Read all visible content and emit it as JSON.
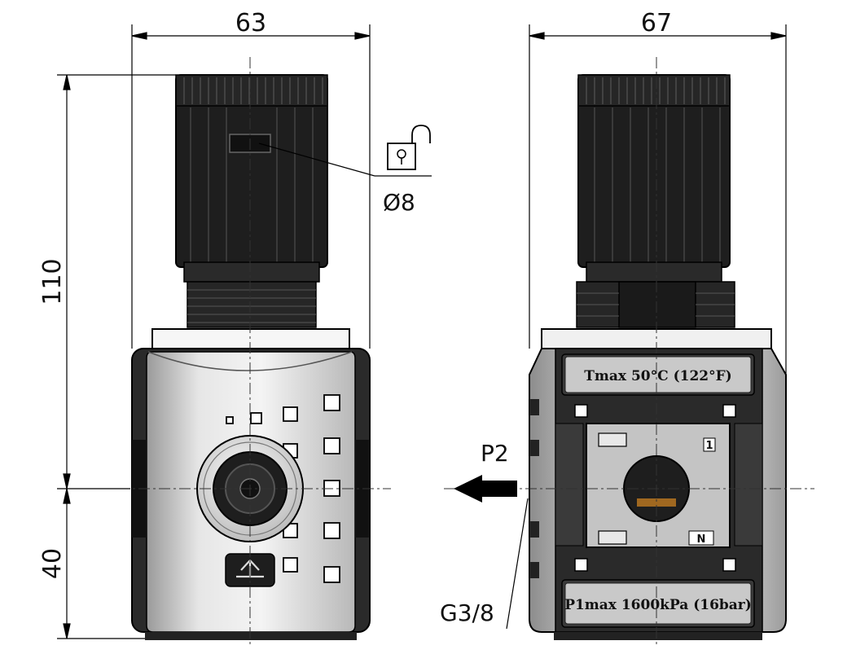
{
  "dimensions": {
    "front_width": "63",
    "side_width": "67",
    "height_total": "110",
    "height_lower": "40",
    "lock_hole": "Ø8",
    "thread": "G3/8"
  },
  "ports": {
    "outlet": "P2",
    "port_1": "1",
    "port_n": "N"
  },
  "labels": {
    "tmax": "Tmax 50°C (122°F)",
    "p1max": "P1max 1600kPa (16bar)"
  },
  "icons": {
    "lock": "unlocked-padlock-icon",
    "flow_arrow": "flow-direction-arrow-icon",
    "gauge_port": "gauge-port-icon"
  },
  "colors": {
    "knob": "#1e1e1e",
    "body_silver": "#d8d8d8",
    "body_dark": "#2a2a2a",
    "line": "#000000"
  }
}
